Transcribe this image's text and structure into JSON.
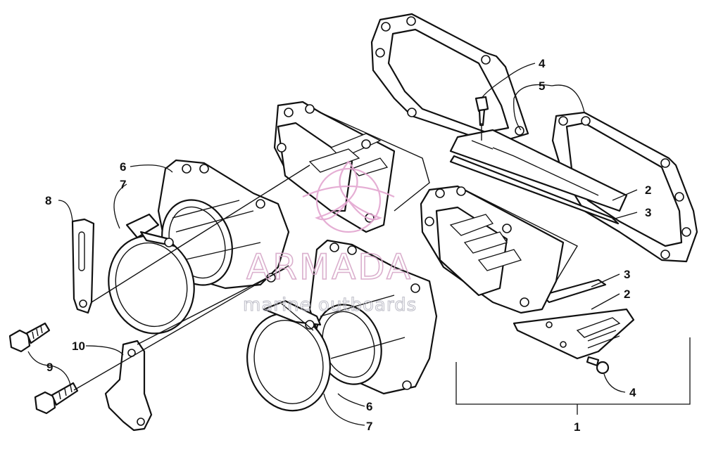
{
  "callouts": {
    "c1": "1",
    "c2a": "2",
    "c2b": "2",
    "c3a": "3",
    "c3b": "3",
    "c4a": "4",
    "c4b": "4",
    "c5": "5",
    "c6a": "6",
    "c6b": "6",
    "c7a": "7",
    "c7b": "7",
    "c8": "8",
    "c9": "9",
    "c10": "10"
  },
  "watermark": {
    "brand": "ARMADA",
    "tagline": "marine outboards",
    "logo_icon": "trefoil-logo-icon"
  },
  "colors": {
    "line": "#111111",
    "watermark_pink": "#d6a7c8",
    "watermark_gray": "#b9b9c4"
  }
}
